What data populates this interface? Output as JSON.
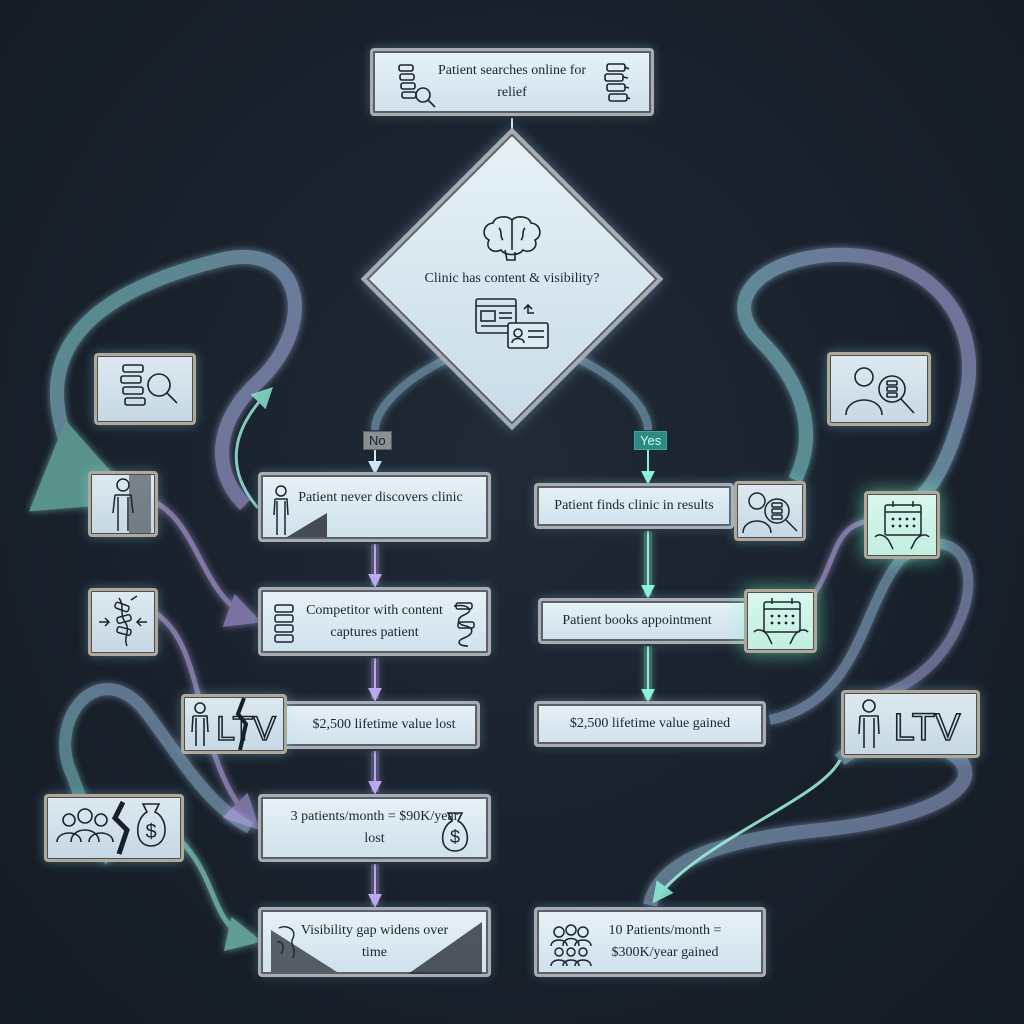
{
  "nodes": {
    "start": "Patient searches online for relief",
    "decision": "Clinic has content & visibility?",
    "no_label": "No",
    "yes_label": "Yes",
    "no_1": "Patient never discovers clinic",
    "no_2": "Competitor with content captures patient",
    "no_3": "$2,500 lifetime value lost",
    "no_4": "3 patients/month = $90K/year lost",
    "no_5": "Visibility gap widens over time",
    "yes_1": "Patient finds clinic in results",
    "yes_2": "Patient books appointment",
    "yes_3": "$2,500 lifetime value gained",
    "yes_4": "10 Patients/month = $300K/year gained"
  },
  "icon_text": {
    "ltv": "LTV",
    "dollar": "$"
  },
  "icons": {
    "start_left": "spine-search-icon",
    "start_right": "spine-icon",
    "decision_top": "brain-icon",
    "decision_bottom": "web-profile-icon",
    "left_1": "spine-search-icon",
    "left_2": "person-icon",
    "left_3": "spine-pressure-icon",
    "left_4": "person-ltv-broken-icon",
    "left_5": "group-money-broken-icon",
    "right_1": "person-spine-search-icon",
    "right_2": "calendar-hands-icon",
    "right_3": "person-ltv-icon"
  },
  "colors": {
    "background": "#18202b",
    "flow_glow": "#7ff0d8",
    "flow_purple": "#b9a6f0",
    "yes_tag": "#2c8a80",
    "no_tag": "#8a8f95"
  }
}
